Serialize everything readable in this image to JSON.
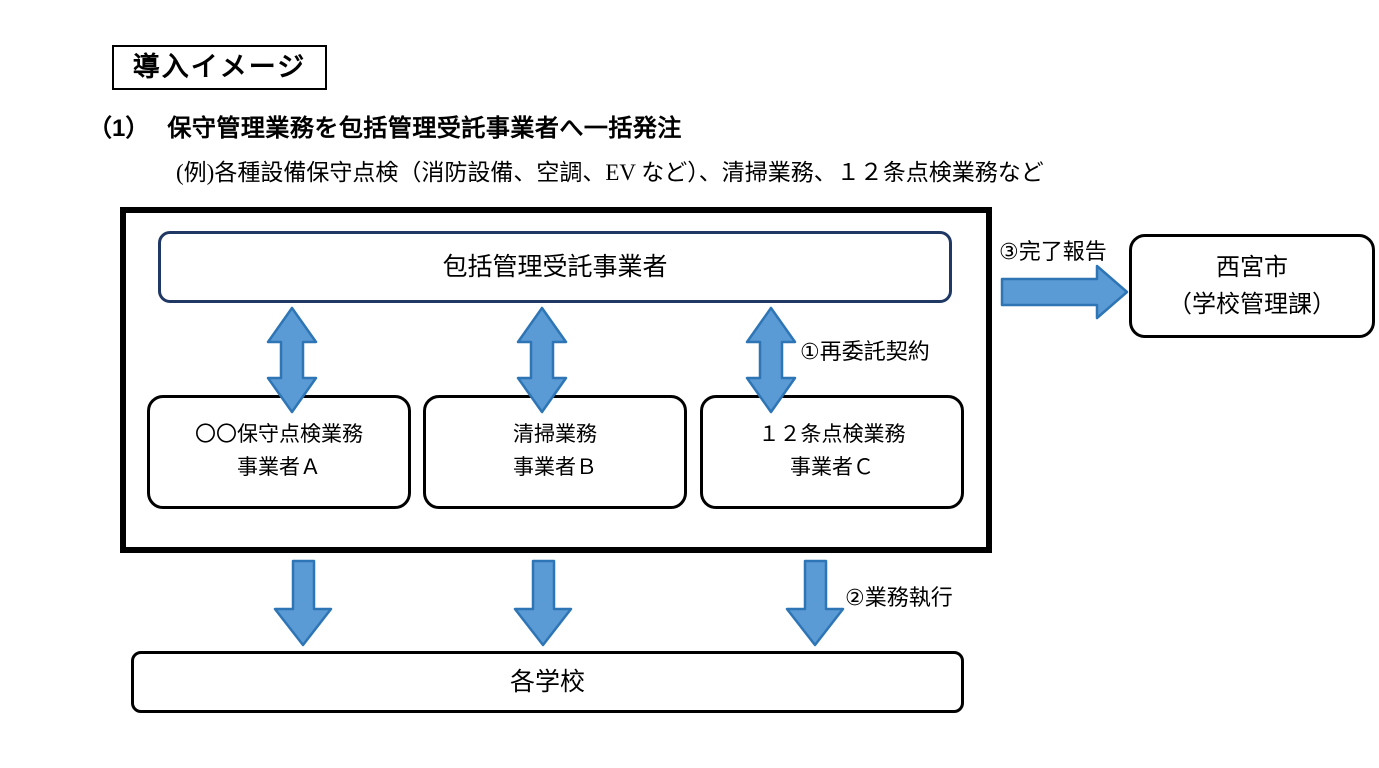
{
  "page": {
    "title_tag": "導入イメージ",
    "background_color": "#ffffff"
  },
  "heading": {
    "number": "（1）",
    "text": "保守管理業務を包括管理受託事業者へ一括発注",
    "example": "(例)各種設備保守点検（消防設備、空調、EV など）、清掃業務、１２条点検業務など"
  },
  "diagram": {
    "prime_contractor": {
      "label": "包括管理受託事業者",
      "border_color": "#1f3864"
    },
    "vendors": [
      {
        "service": "〇〇保守点検業務",
        "company": "事業者Ａ"
      },
      {
        "service": "清掃業務",
        "company": "事業者Ｂ"
      },
      {
        "service": "１２条点検業務",
        "company": "事業者Ｃ"
      }
    ],
    "city": {
      "name": "西宮市",
      "department": "（学校管理課）"
    },
    "schools": {
      "label": "各学校"
    },
    "arrow_labels": {
      "resubcontract": "①再委託契約",
      "execution": "②業務執行",
      "report": "③完了報告"
    },
    "colors": {
      "arrow_fill": "#5b9bd5",
      "arrow_stroke": "#2e75b6",
      "frame": "#000000",
      "prime_border": "#1f3864"
    }
  }
}
